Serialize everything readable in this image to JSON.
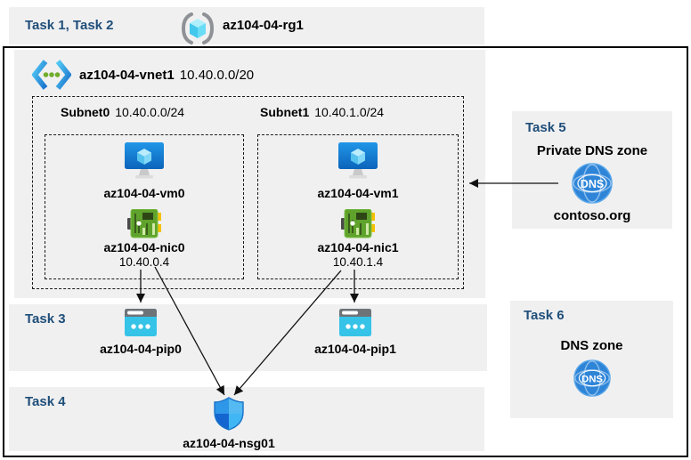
{
  "header": {
    "tasks_label": "Task 1, Task 2",
    "resource_group": "az104-04-rg1"
  },
  "vnet": {
    "name": "az104-04-vnet1",
    "cidr": "10.40.0.0/20",
    "subnets": [
      {
        "name": "Subnet0",
        "cidr": "10.40.0.0/24",
        "vm_name": "az104-04-vm0",
        "nic_name": "az104-04-nic0",
        "nic_ip": "10.40.0.4"
      },
      {
        "name": "Subnet1",
        "cidr": "10.40.1.0/24",
        "vm_name": "az104-04-vm1",
        "nic_name": "az104-04-nic1",
        "nic_ip": "10.40.1.4"
      }
    ]
  },
  "task3": {
    "label": "Task 3",
    "pip0": "az104-04-pip0",
    "pip1": "az104-04-pip1"
  },
  "task4": {
    "label": "Task 4",
    "nsg_name": "az104-04-nsg01"
  },
  "task5": {
    "label": "Task 5",
    "title": "Private DNS zone",
    "zone_name": "contoso.org",
    "dns_icon_text": "DNS"
  },
  "task6": {
    "label": "Task 6",
    "title": "DNS zone",
    "dns_icon_text": "DNS"
  },
  "colors": {
    "task_label": "#1f4e79",
    "panel_bg": "#f0f0f1",
    "frame_border": "#000000",
    "dns_blue": "#2e85d8",
    "vm_blue": "#1186dd",
    "nic_green": "#5fa32c",
    "pip_cyan": "#35c3e8",
    "shield_blue": "#2f97e8"
  }
}
